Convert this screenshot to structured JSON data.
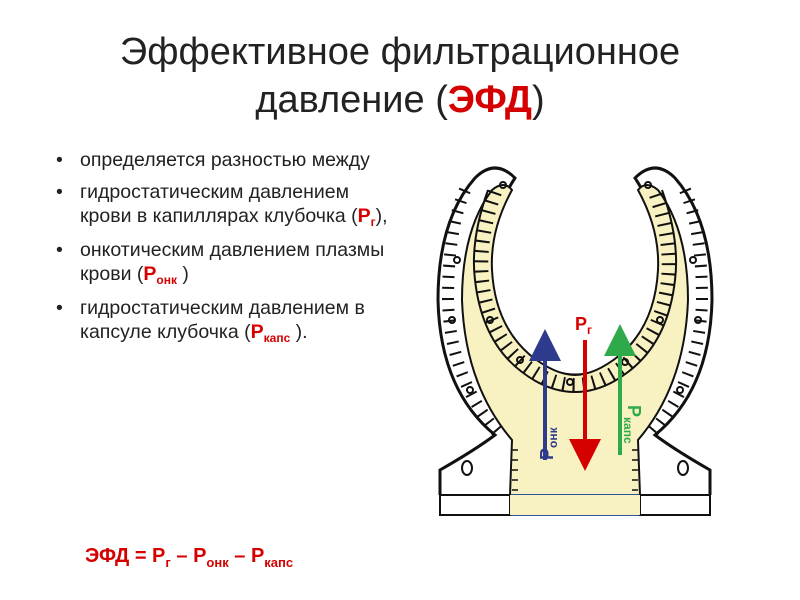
{
  "title": {
    "line1": "Эффективное фильтрационное",
    "line2_prefix": "давление (",
    "line2_accent": "ЭФД",
    "line2_suffix": ")"
  },
  "bullets": [
    {
      "text": "определяется разностью между"
    },
    {
      "text": "гидростатическим давлением крови в капиллярах клубочка (",
      "sym": "P",
      "sub": "г",
      "after": "),"
    },
    {
      "text": "онкотическим давлением плазмы крови (",
      "sym": "P",
      "sub": "онк",
      "after": " )"
    },
    {
      "text": "гидростатическим давлением в капсуле клубочка (",
      "sym": "P",
      "sub": "капс",
      "after": " )."
    }
  ],
  "formula": {
    "lhs": "ЭФД = P",
    "s1": "г",
    "m1": " – P",
    "s2": "онк",
    "m2": " – P",
    "s3": "капс"
  },
  "diagram": {
    "labels": {
      "pg_sym": "P",
      "pg_sub": "г",
      "ponk_sym": "P",
      "ponk_sub": "онк",
      "pkaps_sym": "P",
      "pkaps_sub": "капс"
    },
    "colors": {
      "glomerulus_fill": "#f8f1c1",
      "outline": "#111111",
      "arrow_blue": "#2e3a8c",
      "arrow_red": "#d50000",
      "arrow_green": "#2eaa4a",
      "capsule_edge": "#2f5597"
    }
  }
}
